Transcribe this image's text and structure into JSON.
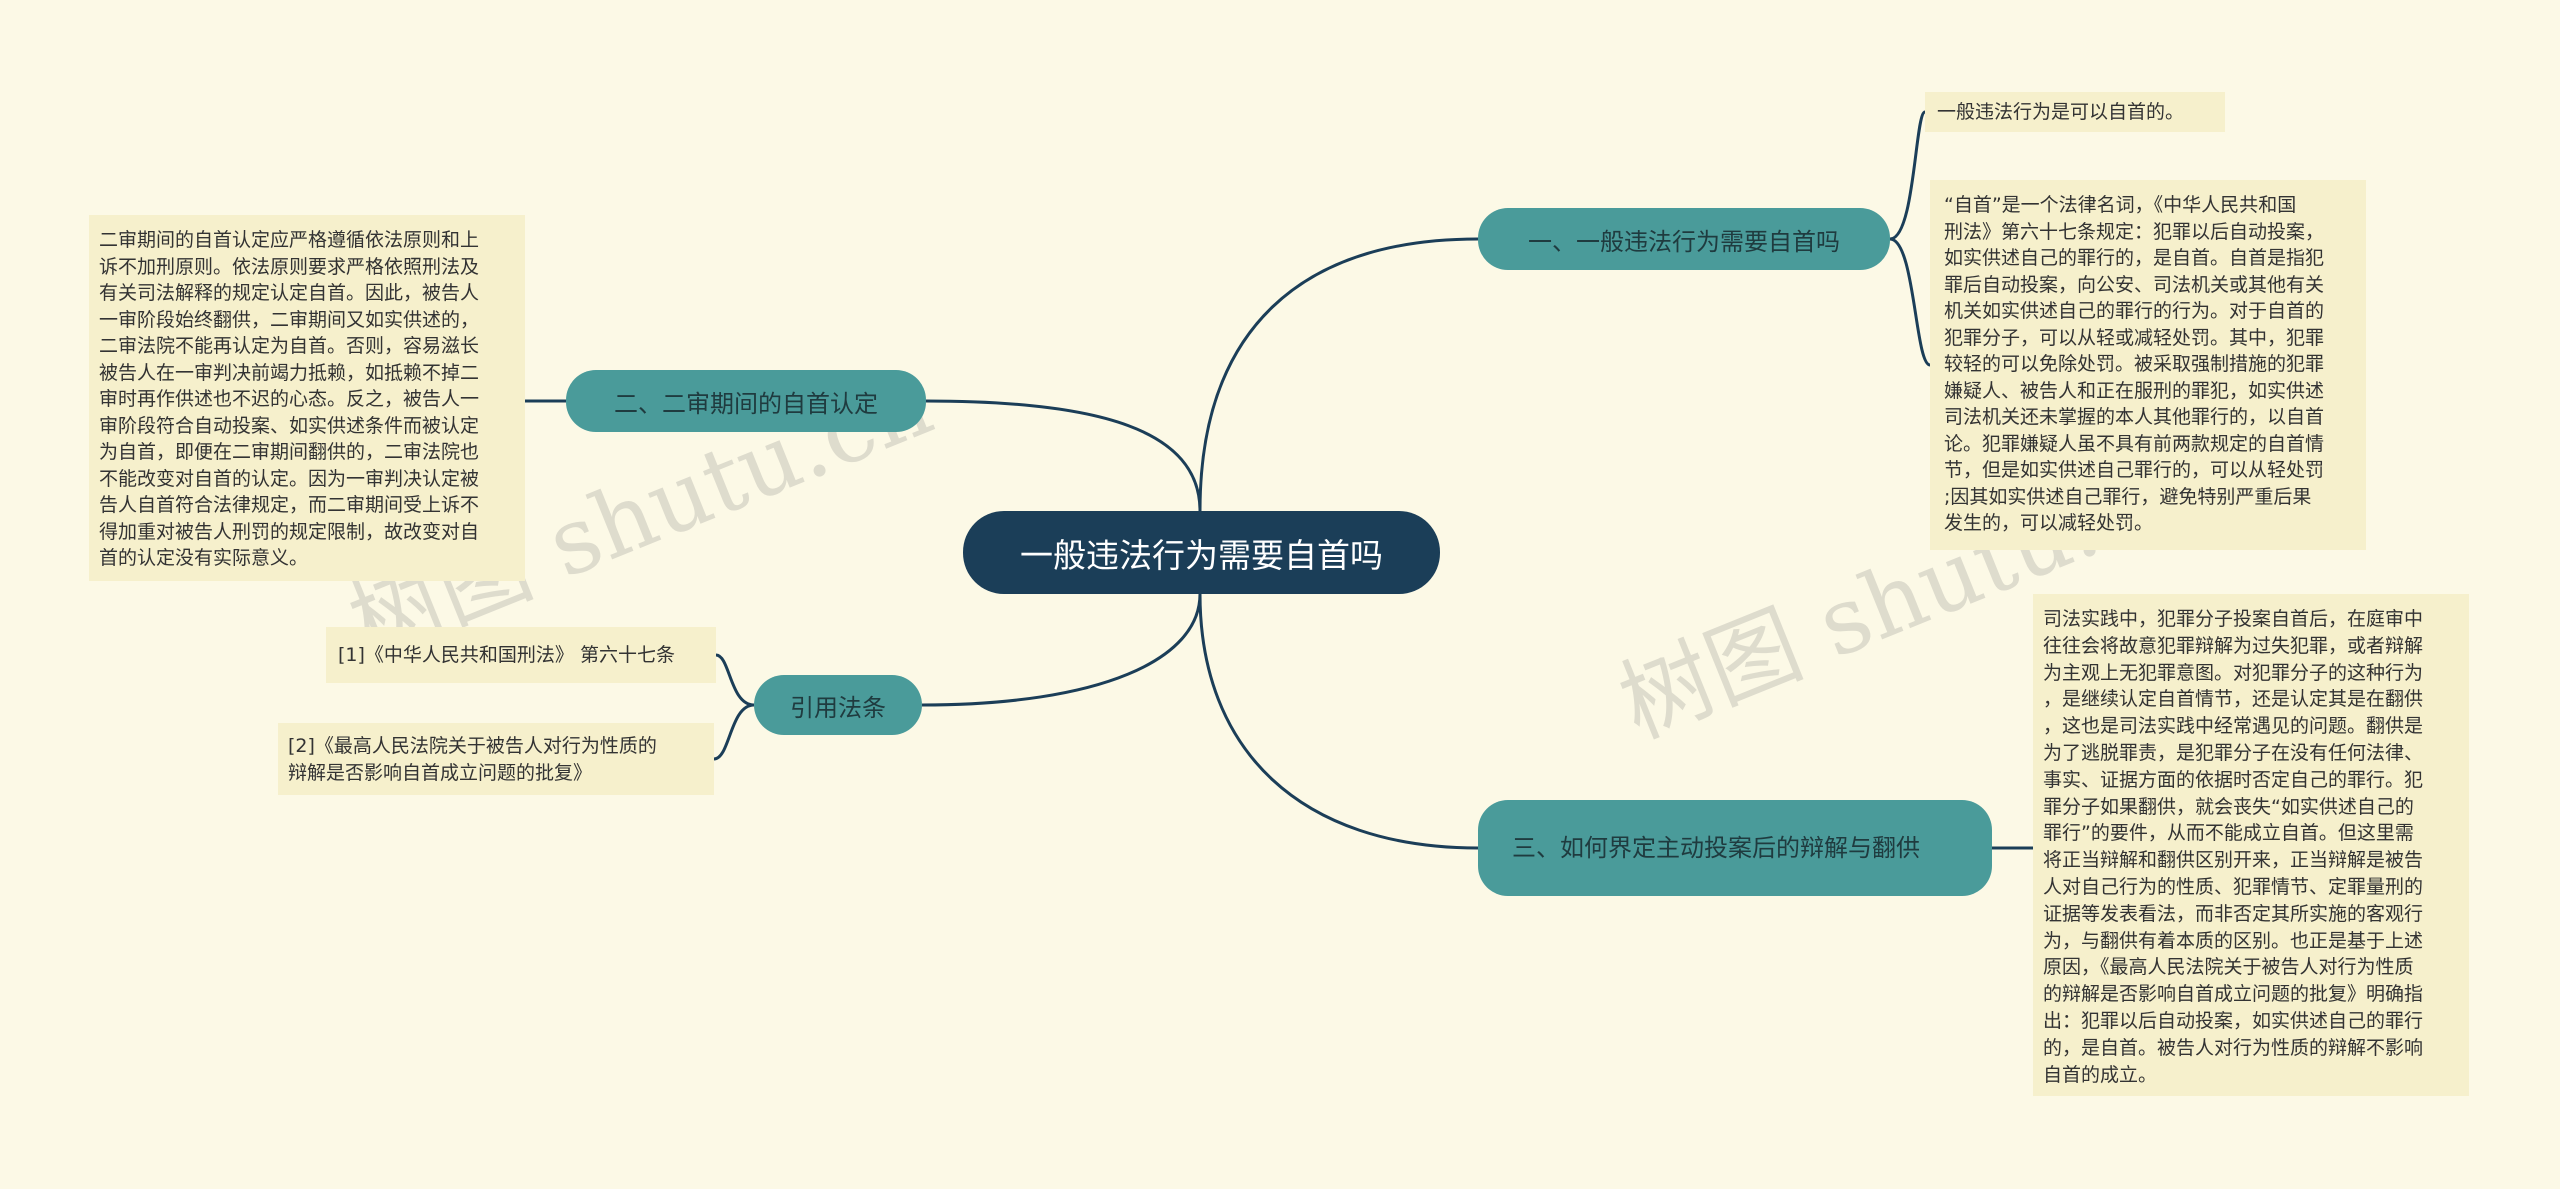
{
  "root": {
    "label": "一般违法行为需要自首吗"
  },
  "branches": {
    "b1": {
      "label": "一、一般违法行为需要自首吗",
      "notes": [
        "一般违法行为是可以自首的。",
        "“自首”是一个法律名词，《中华人民共和国\n刑法》第六十七条规定：犯罪以后自动投案，\n如实供述自己的罪行的，是自首。自首是指犯\n罪后自动投案，向公安、司法机关或其他有关\n机关如实供述自己的罪行的行为。对于自首的\n犯罪分子，可以从轻或减轻处罚。其中，犯罪\n较轻的可以免除处罚。被采取强制措施的犯罪\n嫌疑人、被告人和正在服刑的罪犯，如实供述\n司法机关还未掌握的本人其他罪行的，以自首\n论。犯罪嫌疑人虽不具有前两款规定的自首情\n节，但是如实供述自己罪行的，可以从轻处罚\n;因其如实供述自己罪行，避免特别严重后果\n发生的，可以减轻处罚。"
      ]
    },
    "b2": {
      "label": "二、二审期间的自首认定",
      "notes": [
        "二审期间的自首认定应严格遵循依法原则和上\n诉不加刑原则。依法原则要求严格依照刑法及\n有关司法解释的规定认定自首。因此，被告人\n一审阶段始终翻供，二审期间又如实供述的，\n二审法院不能再认定为自首。否则，容易滋长\n被告人在一审判决前竭力抵赖，如抵赖不掉二\n审时再作供述也不迟的心态。反之，被告人一\n审阶段符合自动投案、如实供述条件而被认定\n为自首，即便在二审期间翻供的，二审法院也\n不能改变对自首的认定。因为一审判决认定被\n告人自首符合法律规定，而二审期间受上诉不\n得加重对被告人刑罚的规定限制，故改变对自\n首的认定没有实际意义。"
      ]
    },
    "b3": {
      "label": "引用法条",
      "notes": [
        "[1]《中华人民共和国刑法》 第六十七条",
        "[2]《最高人民法院关于被告人对行为性质的\n辩解是否影响自首成立问题的批复》"
      ]
    },
    "b4": {
      "label": "三、如何界定主动投案后的辩解与翻供",
      "notes": [
        "司法实践中，犯罪分子投案自首后，在庭审中\n往往会将故意犯罪辩解为过失犯罪，或者辩解\n为主观上无犯罪意图。对犯罪分子的这种行为\n，是继续认定自首情节，还是认定其是在翻供\n，这也是司法实践中经常遇见的问题。翻供是\n为了逃脱罪责，是犯罪分子在没有任何法律、\n事实、证据方面的依据时否定自己的罪行。犯\n罪分子如果翻供，就会丧失“如实供述自己的\n罪行”的要件，从而不能成立自首。但这里需\n将正当辩解和翻供区别开来，正当辩解是被告\n人对自己行为的性质、犯罪情节、定罪量刑的\n证据等发表看法，而非否定其所实施的客观行\n为，与翻供有着本质的区别。也正是基于上述\n原因，《最高人民法院关于被告人对行为性质\n的辩解是否影响自首成立问题的批复》明确指\n出：犯罪以后自动投案，如实供述自己的罪行\n的，是自首。被告人对行为性质的辩解不影响\n自首的成立。"
      ]
    }
  },
  "watermark": "树图 shutu.cn",
  "colors": {
    "background": "#fcf9e6",
    "root": "#1b3e58",
    "branch": "#4a9b9a",
    "note": "#f6f0cc",
    "line": "#1b3e58"
  }
}
